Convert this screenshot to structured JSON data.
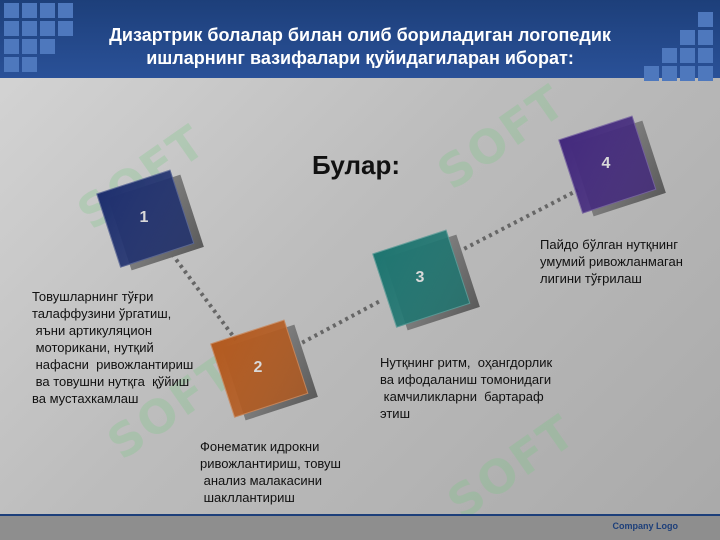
{
  "slide": {
    "title_lines": [
      "Дизартрик болалар билан олиб бориладиган логопедик",
      "ишларнинг вазифалари қуйидагиларан иборат:"
    ],
    "heading": "Булар:",
    "watermark_text": "SOFT",
    "footer_logo": "Company  Logo"
  },
  "steps": [
    {
      "number": "1",
      "color": "#1e2f6e",
      "lines": [
        "Товушларнинг тўғри",
        "талаффузини ўргатиш,",
        " яъни артикуляцион",
        " моторикани, нутқий",
        " нафасни  ривожлантириш",
        " ва товушни нутқга  қўйиш",
        "ва мустахкамлаш"
      ]
    },
    {
      "number": "2",
      "color": "#b35a1f",
      "lines": [
        "Фонематик идрокни",
        "ривожлантириш, товуш",
        " анализ малакасини",
        " шакллантириш"
      ]
    },
    {
      "number": "3",
      "color": "#1e7570",
      "lines": [
        "Нутқнинг ритм,  оҳангдорлик",
        "ва ифодаланиш томонидаги",
        " камчиликларни  бартараф",
        "этиш"
      ]
    },
    {
      "number": "4",
      "color": "#43297d",
      "lines": [
        "Пайдо бўлган нутқнинг",
        "умумий ривожланмаган",
        "лигини тўғрилаш"
      ]
    }
  ]
}
